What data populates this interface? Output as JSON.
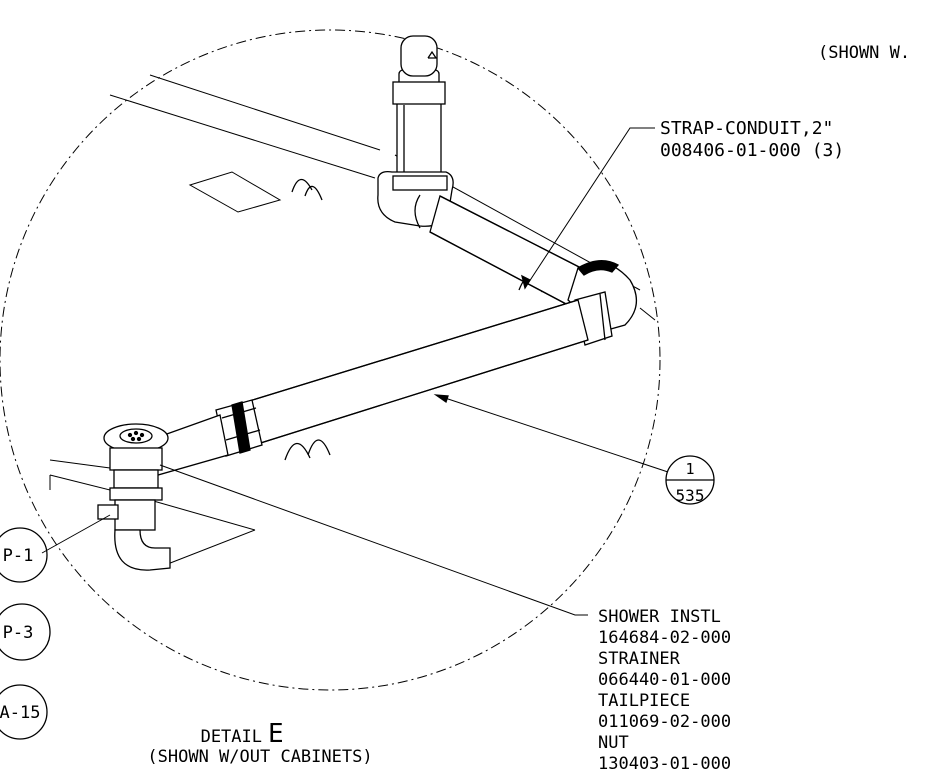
{
  "top_note": "(SHOWN W.",
  "callouts": {
    "strap_conduit": [
      "STRAP-CONDUIT,2\"",
      "008406-01-000 (3)"
    ],
    "shower_parts": [
      "SHOWER INSTL",
      "164684-02-000",
      "STRAINER",
      "066440-01-000",
      "TAILPIECE",
      "011069-02-000",
      "NUT",
      "130403-01-000"
    ]
  },
  "section_ref": {
    "number": "1",
    "page": "535"
  },
  "bubbles": [
    "P-1",
    "P-3",
    "A-15"
  ],
  "detail": {
    "prefix": "DETAIL",
    "letter": "E",
    "note": "(SHOWN W/OUT CABINETS)"
  },
  "colors": {
    "ink": "#000000",
    "paper": "#ffffff"
  }
}
